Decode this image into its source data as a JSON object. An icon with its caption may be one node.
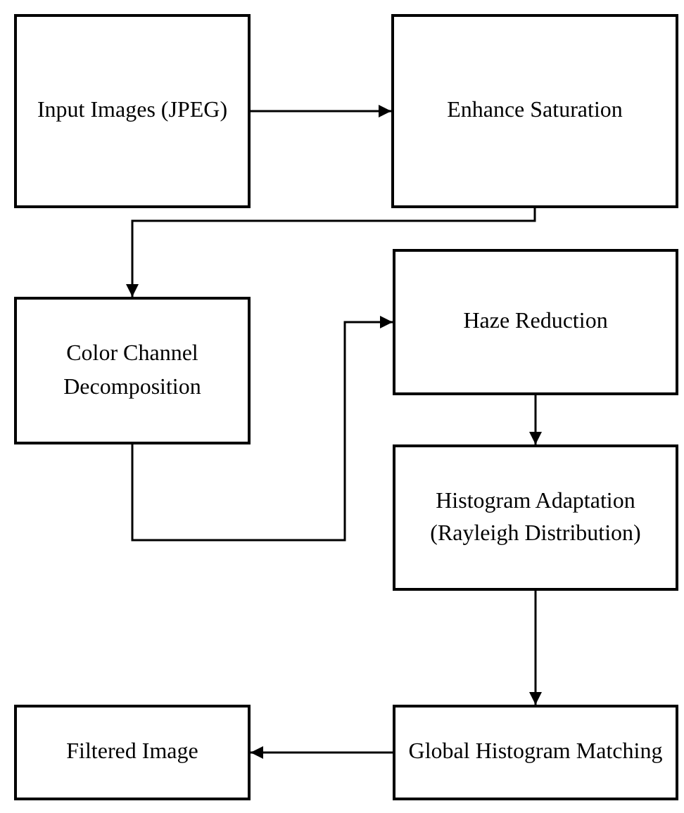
{
  "diagram": {
    "nodes": [
      {
        "text": [
          "Input Images (JPEG)"
        ]
      },
      {
        "text": [
          "Enhance Saturation"
        ]
      },
      {
        "text": [
          "Color Channel Decomposition"
        ]
      },
      {
        "text": [
          "Haze Reduction"
        ]
      },
      {
        "text": [
          "Histogram Adaptation (Rayleigh Distribution)"
        ]
      },
      {
        "text": [
          "Global Histogram Matching"
        ]
      },
      {
        "text": [
          "Filtered Image"
        ]
      }
    ],
    "edges": [
      {
        "from": 0,
        "to": 1,
        "arrow": "to"
      },
      {
        "from": 1,
        "to": 2,
        "arrow": "to"
      },
      {
        "from": 2,
        "to": 3,
        "arrow": "to"
      },
      {
        "from": 3,
        "to": 4,
        "arrow": "to"
      },
      {
        "from": 4,
        "to": 5,
        "arrow": "to"
      },
      {
        "from": 5,
        "to": 6,
        "arrow": "to"
      }
    ]
  }
}
